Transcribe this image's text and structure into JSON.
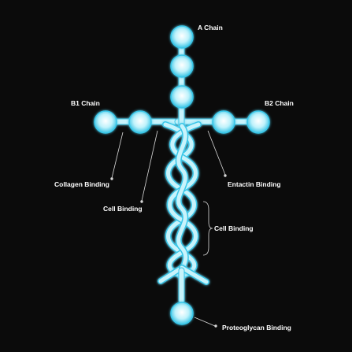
{
  "labels": {
    "a_chain": "A Chain",
    "b1_chain": "B1 Chain",
    "b2_chain": "B2 Chain",
    "collagen_binding": "Collagen Binding",
    "cell_binding_left": "Cell Binding",
    "cell_binding_right": "Cell Binding",
    "entactin_binding": "Entactin Binding",
    "proteoglycan_binding": "Proteoglycan Binding"
  },
  "colors": {
    "background": "#0b0b0b",
    "strand": "#c8f3fb",
    "glow": "#37c6e8",
    "globule_core": "#ffffff",
    "globule_edge": "#36c4e6",
    "pointer": "#d9d9d9",
    "text": "#ffffff"
  }
}
